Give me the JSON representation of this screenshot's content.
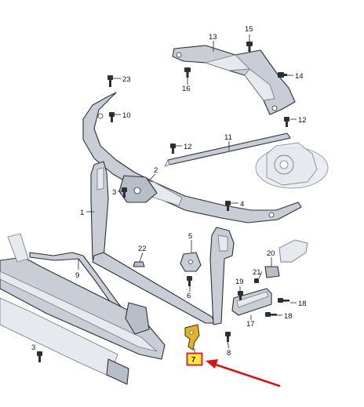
{
  "diagram": {
    "labels": {
      "l1": "1",
      "l2": "2",
      "l3": "3",
      "l3b": "3",
      "l4": "4",
      "l5": "5",
      "l6": "6",
      "l7": "7",
      "l8": "8",
      "l9": "9",
      "l10": "10",
      "l11": "11",
      "l12a": "12",
      "l12b": "12",
      "l13": "13",
      "l14": "14",
      "l15": "15",
      "l16": "16",
      "l17": "17",
      "l18a": "18",
      "l18b": "18",
      "l19": "19",
      "l20": "20",
      "l21": "21",
      "l22": "22",
      "l23": "23"
    },
    "highlight": {
      "part_number": "7",
      "box_color": "#e0141e",
      "arrow_color": "#d9131b",
      "part_color": "#e2b325"
    }
  }
}
